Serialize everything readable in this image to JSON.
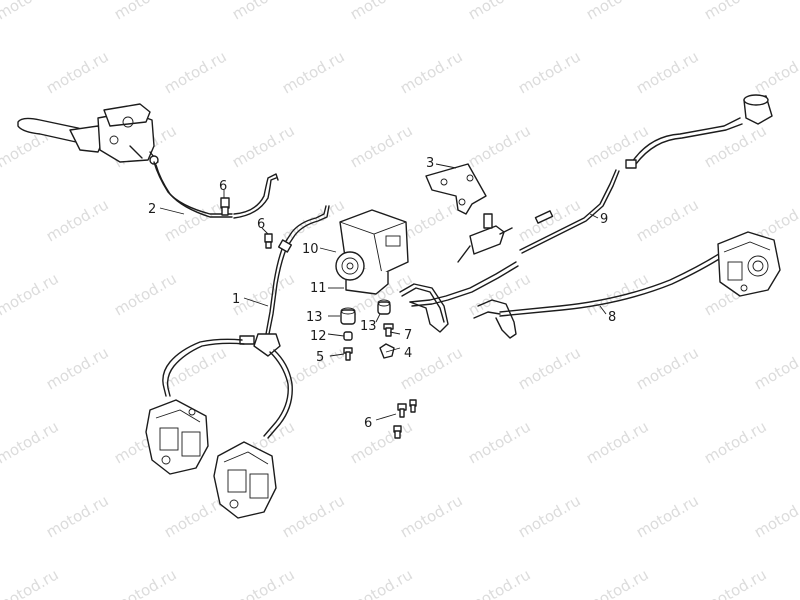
{
  "watermark": "motod.ru",
  "callouts": [
    {
      "id": "1",
      "label": "1"
    },
    {
      "id": "2",
      "label": "2"
    },
    {
      "id": "3",
      "label": "3"
    },
    {
      "id": "4",
      "label": "4"
    },
    {
      "id": "5",
      "label": "5"
    },
    {
      "id": "6a",
      "label": "6"
    },
    {
      "id": "6b",
      "label": "6"
    },
    {
      "id": "6c",
      "label": "6"
    },
    {
      "id": "7",
      "label": "7"
    },
    {
      "id": "8",
      "label": "8"
    },
    {
      "id": "9",
      "label": "9"
    },
    {
      "id": "10",
      "label": "10"
    },
    {
      "id": "11",
      "label": "11"
    },
    {
      "id": "12",
      "label": "12"
    },
    {
      "id": "13a",
      "label": "13"
    },
    {
      "id": "13b",
      "label": "13"
    }
  ]
}
